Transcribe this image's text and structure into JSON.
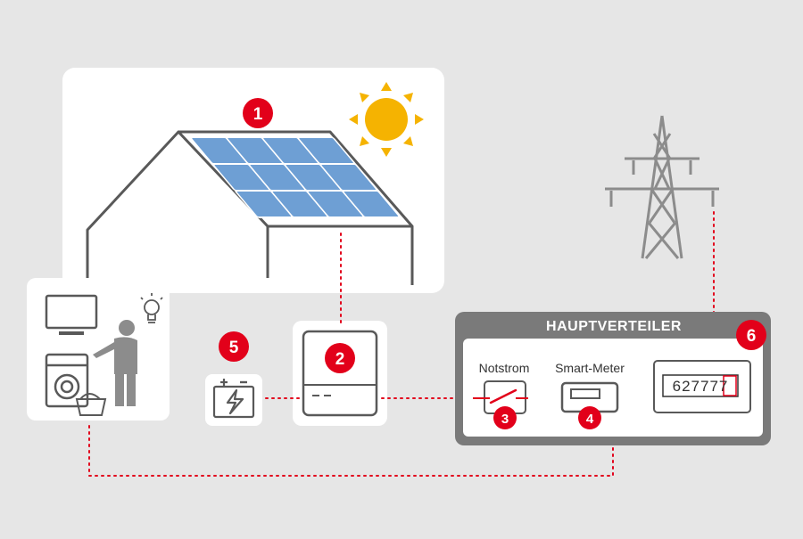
{
  "markers": {
    "pv_panels": "1",
    "inverter": "2",
    "emergency_switch": "3",
    "smart_meter": "4",
    "battery": "5",
    "main_distribution": "6"
  },
  "distribution_board": {
    "title": "HAUPTVERTEILER",
    "notstrom_label": "Notstrom",
    "smart_meter_label": "Smart-Meter",
    "meter_reading": "627777"
  },
  "colors": {
    "background": "#e6e6e6",
    "panel": "#ffffff",
    "line": "#595959",
    "accent_red": "#e2001a",
    "sun": "#f5b301",
    "solar_blue": "#6e9fd4",
    "pylon": "#8c8c8c",
    "cabinet": "#7a7a7a"
  },
  "icons": [
    "house-roof-icon",
    "solar-panel-icon",
    "sun-icon",
    "inverter-icon",
    "battery-icon",
    "tv-icon",
    "washing-machine-icon",
    "person-icon",
    "light-bulb-icon",
    "laundry-basket-icon",
    "power-pylon-icon",
    "switch-icon",
    "smart-meter-icon",
    "electricity-meter-icon"
  ]
}
